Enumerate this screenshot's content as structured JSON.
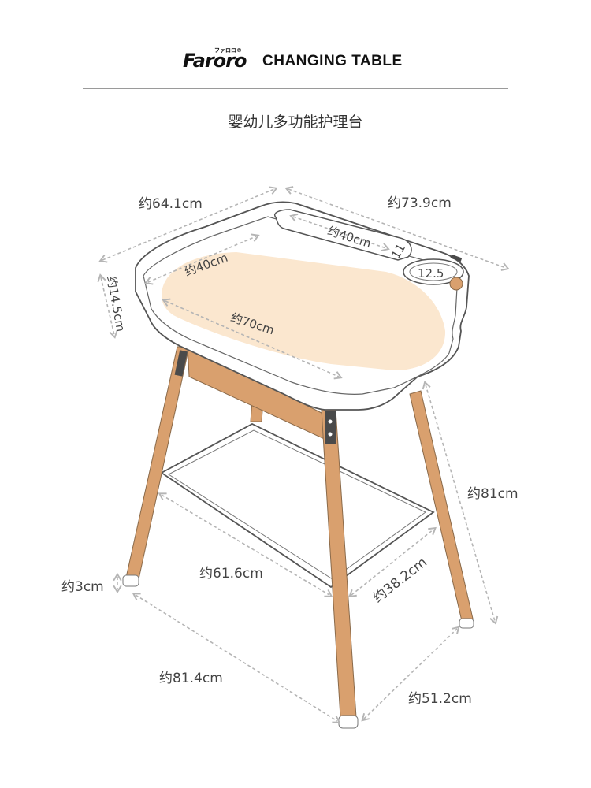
{
  "header": {
    "brand": "Faroro",
    "brand_sub": "ファロロ®",
    "title": "CHANGING TABLE"
  },
  "subtitle": "婴幼儿多功能护理台",
  "dimensions": {
    "top_left_width": "约64.1cm",
    "top_right_length": "约73.9cm",
    "tray_length": "约40cm",
    "tray_depth": "11",
    "cup_diameter": "12.5",
    "basin_width": "约40cm",
    "basin_length": "约70cm",
    "basin_depth": "约14.5cm",
    "height": "约81cm",
    "shelf_length": "约61.6cm",
    "shelf_width": "约38.2cm",
    "foot_height": "约3cm",
    "base_length": "约81.4cm",
    "base_width": "约51.2cm"
  },
  "colors": {
    "wood": "#d9a06e",
    "wood_dark": "#c98c5a",
    "basin_fill": "#fbe7cf",
    "outline": "#555555",
    "dim_line": "#b5b5b5",
    "hardware": "#4a4a4a"
  }
}
